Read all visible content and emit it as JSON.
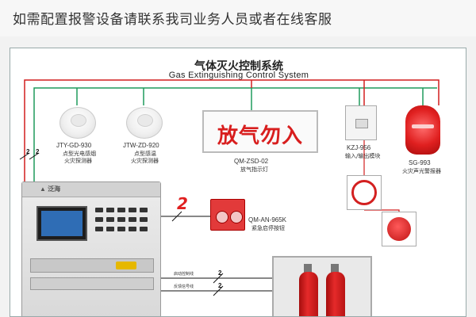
{
  "header": {
    "text": "如需配置报警设备请联系我司业务人员或者在线客服"
  },
  "diagram": {
    "title": "气体灭火控制系统",
    "subtitle": "Gas Extinguishing Control System",
    "smoke_detector": {
      "model": "JTY-GD-930",
      "desc_line1": "点型光电感烟",
      "desc_line2": "火灾探测器"
    },
    "heat_detector": {
      "model": "JTW-ZD-920",
      "desc_line1": "点型感温",
      "desc_line2": "火灾探测器"
    },
    "discharge_sign": {
      "text": "放气勿入",
      "model": "QM-ZSD-02",
      "desc": "放气指示灯"
    },
    "io_module": {
      "model": "KZJ-956",
      "desc": "输入/输出模块"
    },
    "siren": {
      "model": "SG-993",
      "desc": "火灾声光警报器"
    },
    "manual_station": {
      "model": "QM-AN-965K",
      "desc": "紧急启停按钮"
    },
    "controller": {
      "brand": "▲ 泛海"
    },
    "manual_badge": "2",
    "wire_counts": {
      "left_a": "2",
      "left_b": "2",
      "lower_a": "2",
      "lower_b": "2"
    },
    "wire_labels": {
      "lower_a": "启动控制线",
      "lower_b": "反馈信号线"
    }
  }
}
